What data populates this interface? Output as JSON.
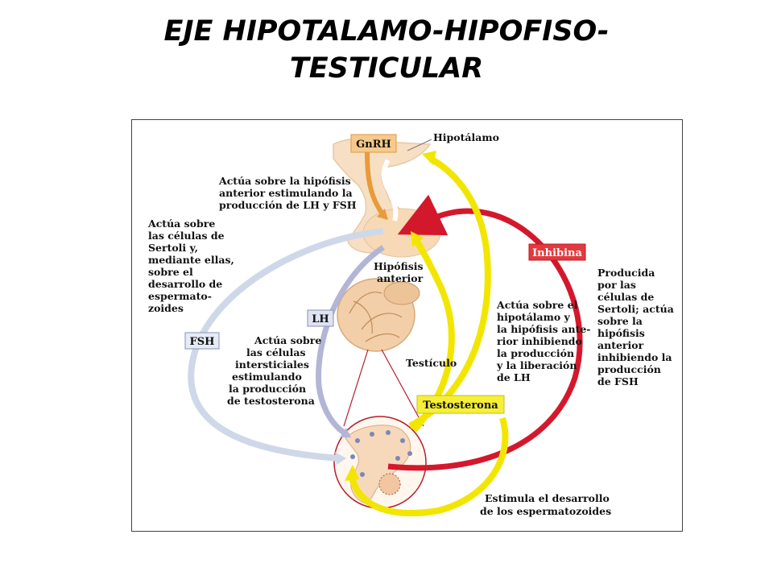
{
  "title": {
    "line1": "EJE HIPOTALAMO-HIPOFISO-",
    "line2": "TESTICULAR"
  },
  "diagram": {
    "hormones": {
      "gnrh": "GnRH",
      "lh": "LH",
      "fsh": "FSH",
      "inhibina": "Inhibina",
      "testosterona": "Testosterona"
    },
    "structures": {
      "hipotalamo": "Hipotálamo",
      "hipofisis": [
        "Hipófisis",
        "anterior"
      ],
      "testiculo": "Testículo"
    },
    "notes": {
      "gnrh_action": [
        "Actúa sobre la hipófisis",
        "anterior estimulando la",
        "producción de LH y FSH"
      ],
      "fsh_action": [
        "Actúa sobre",
        "las células de",
        "Sertoli y,",
        "mediante ellas,",
        "sobre el",
        "desarrollo de",
        "espermato-",
        "zoides"
      ],
      "lh_action": [
        "Actúa sobre",
        "las células",
        "intersticiales",
        "estimulando",
        "la producción",
        "de testosterona"
      ],
      "testosterona_feedback": [
        "Actúa sobre el",
        "hipotálamo y",
        "la hipófisis ante-",
        "rior inhibiendo",
        "la producción",
        "y la liberación",
        "de LH"
      ],
      "inhibina_action": [
        "Producida",
        "por las",
        "células de",
        "Sertoli; actúa",
        "sobre la",
        "hipófisis",
        "anterior",
        "inhibiendo la",
        "producción",
        "de FSH"
      ],
      "espermatozoides": [
        "Estimula el desarrollo",
        "de los espermatozoides"
      ]
    },
    "colors": {
      "yellow_arrow": "#f2e600",
      "red_arrow": "#d4182c",
      "gray_arrow": "#c9cbe0",
      "lh_arrow": "#b3b5d6",
      "fsh_arrow": "#cfd8e8",
      "gnrh_box": "#f7c98a",
      "gnrh_arrow": "#e99a3a",
      "inhibina_box": "#e23a3e",
      "testosterona_box": "#f5ef38",
      "tissue": "#f7dfc4"
    }
  }
}
